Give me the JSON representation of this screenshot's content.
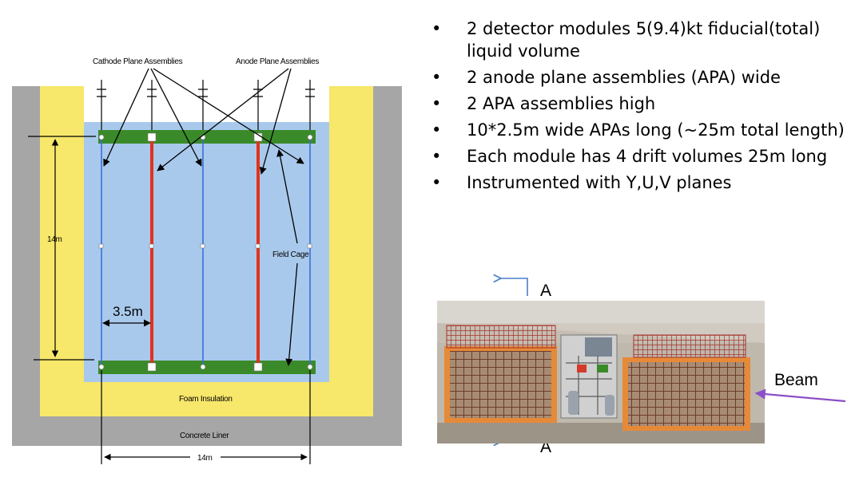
{
  "bullets": [
    {
      "text": "2 detector modules 5(9.4)kt fiducial(total) liquid volume"
    },
    {
      "text": "2 anode plane assemblies (APA) wide"
    },
    {
      "text": "2 APA assemblies high"
    },
    {
      "text": "10*2.5m wide APAs long (~25m total length)"
    },
    {
      "text": "Each module has 4 drift volumes 25m long"
    },
    {
      "text": "Instrumented with Y,U,V planes"
    }
  ],
  "bullet_glyph": "•",
  "cross_section": {
    "cathode_label": "Cathode Plane Assemblies",
    "anode_label": "Anode Plane Assemblies",
    "height_label": "14m",
    "drift_label": "3.5m",
    "field_cage_label": "Field Cage",
    "foam_label": "Foam Insulation",
    "liner_label": "Concrete Liner",
    "width_label": "14m"
  },
  "render_3d": {
    "section_label_top": "A",
    "section_label_bottom": "A",
    "beam_label": "Beam"
  },
  "colors": {
    "concrete": "#a6a6a6",
    "foam": "#f7e76a",
    "liquid": "#a9c9ec",
    "support_bar": "#3b8a2a",
    "apa": "#e0321c",
    "cathode": "#3a6fdc",
    "beam_arrow": "#8b4fc7",
    "section_arrow": "#4a7ec7"
  }
}
